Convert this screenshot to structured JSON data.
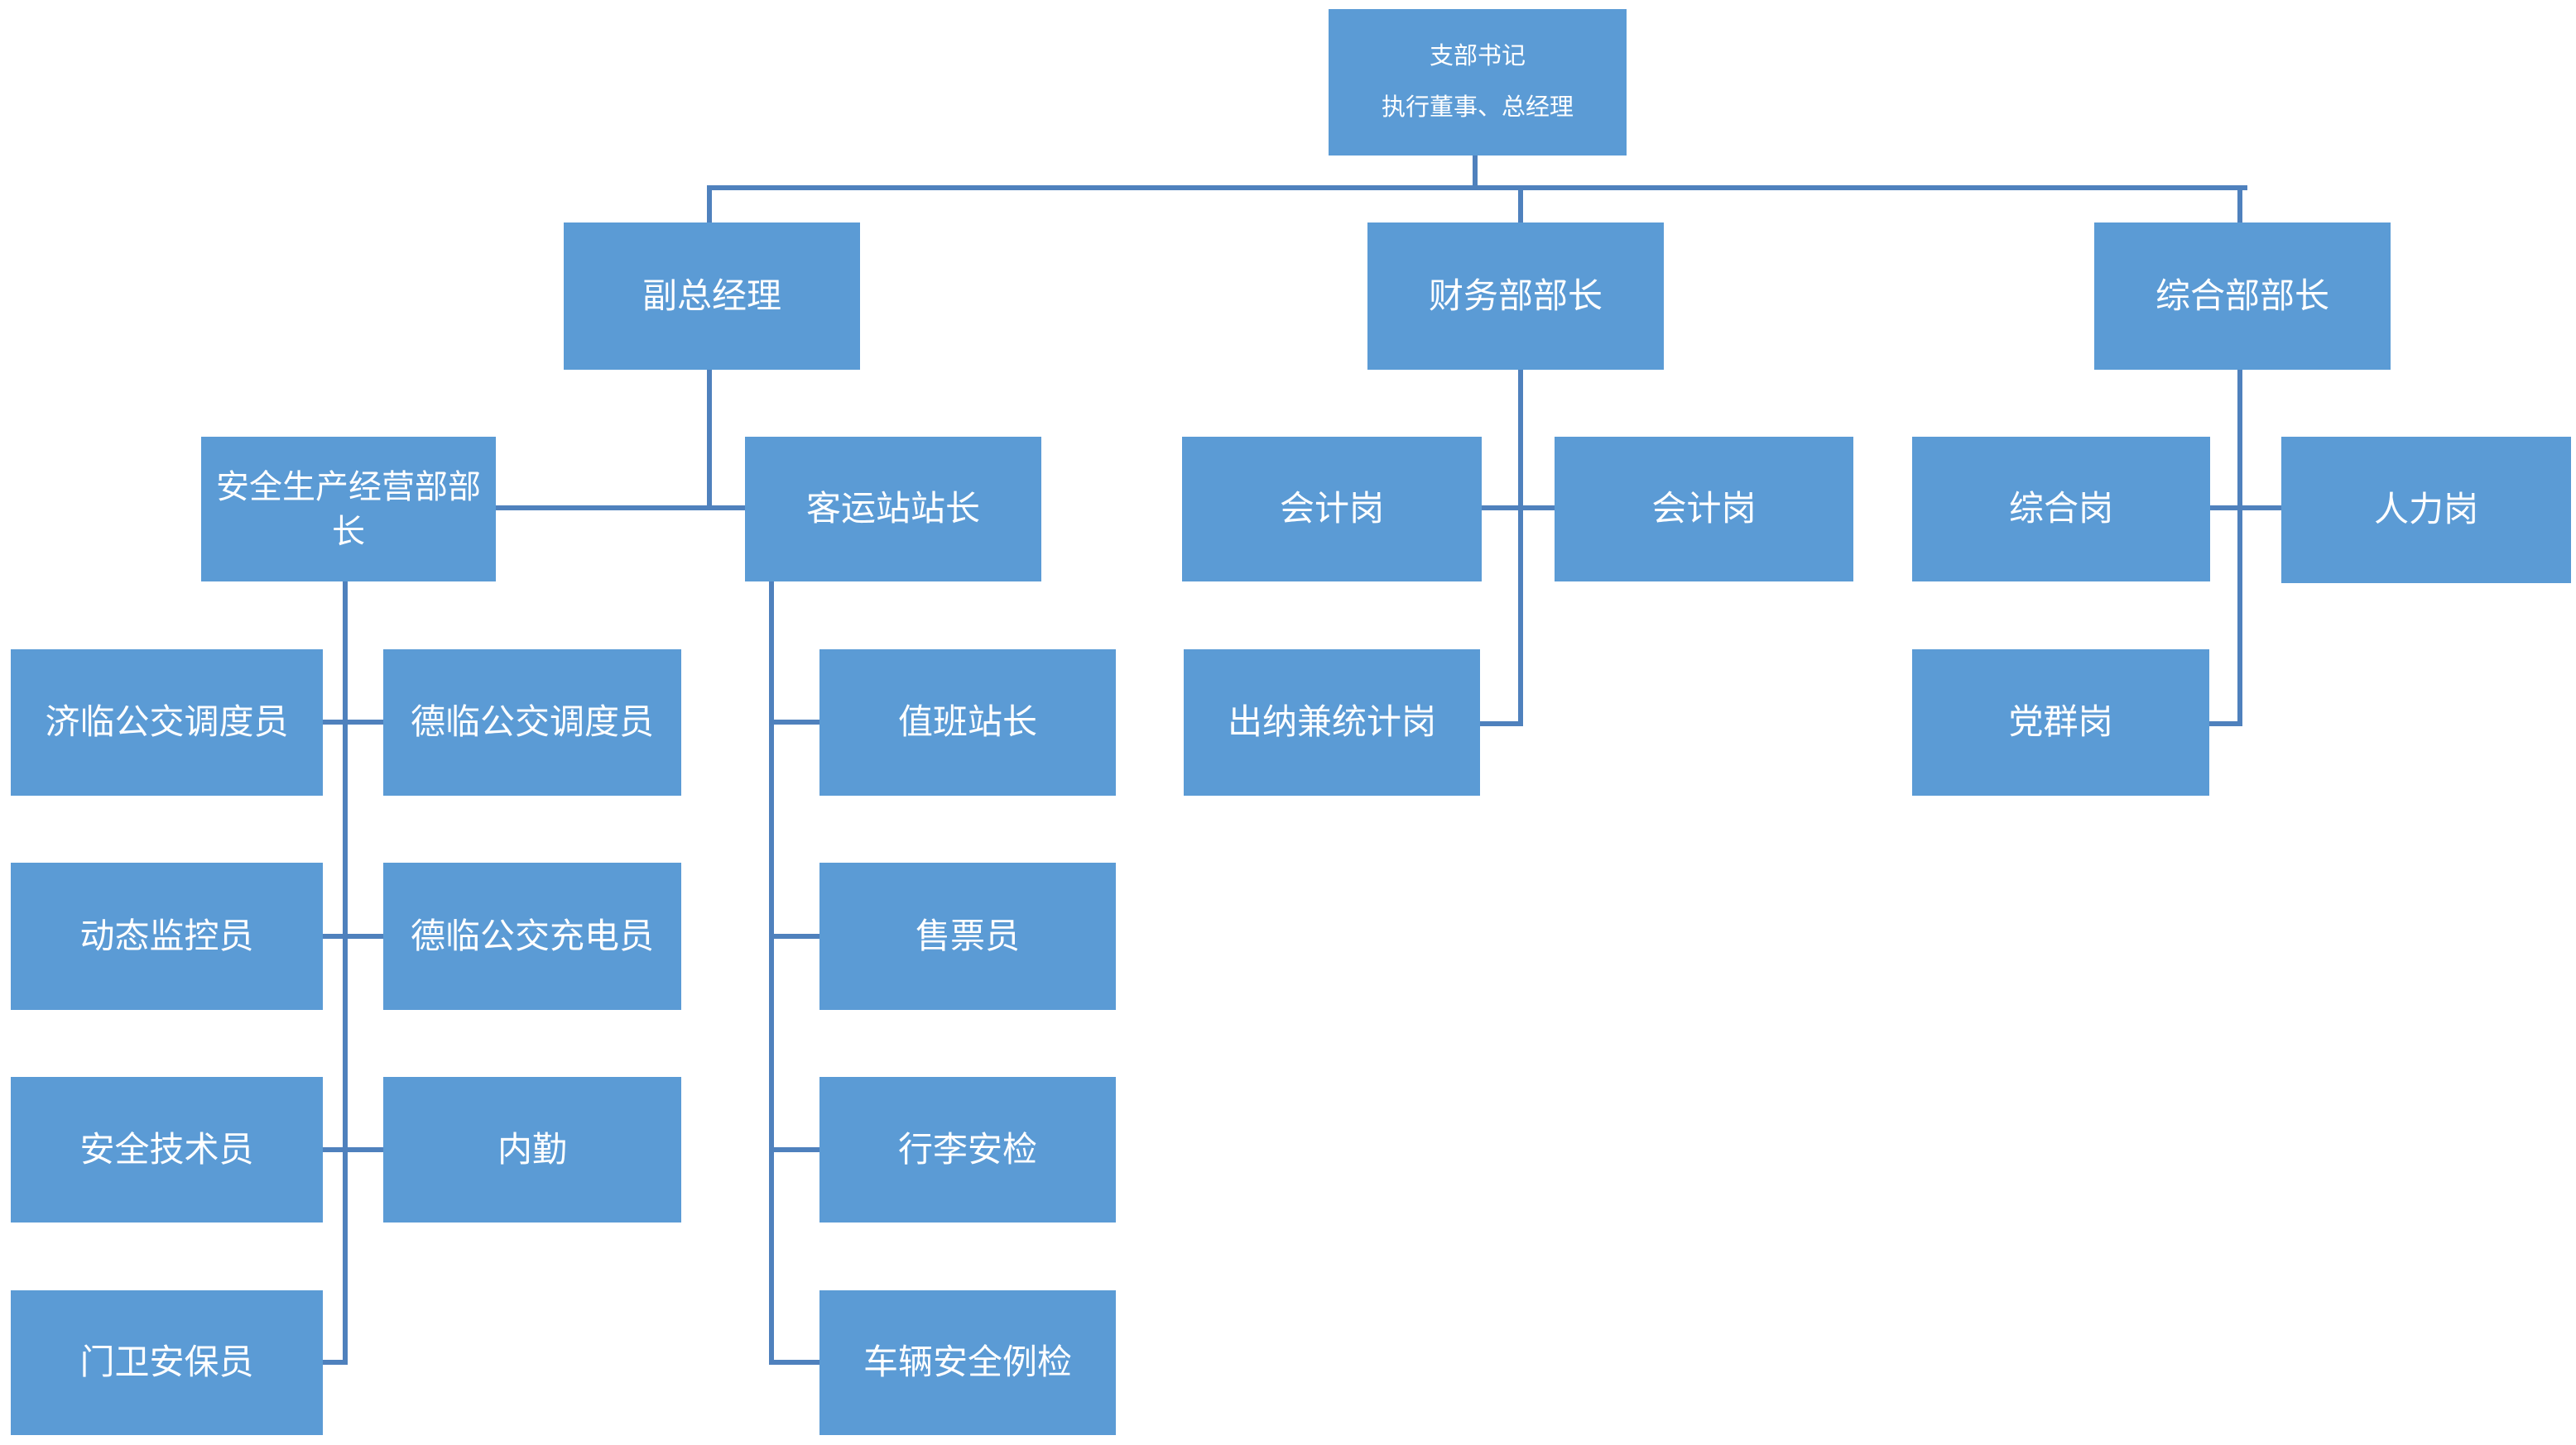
{
  "diagram": {
    "type": "org-chart",
    "background_color": "#FFFFFF",
    "node_fill_color": "#5B9BD5",
    "node_text_color": "#FFFFFF",
    "connector_color": "#4F81BD",
    "root": {
      "label": "支部书记",
      "sublabel": "执行董事、总经理"
    },
    "nodes": [
      {
        "id": "deputy-general-manager",
        "label": "副总经理",
        "reports_to": "支部书记 执行董事、总经理"
      },
      {
        "id": "finance-dept-head",
        "label": "财务部部长",
        "reports_to": "支部书记 执行董事、总经理"
      },
      {
        "id": "general-affairs-dept-head",
        "label": "综合部部长",
        "reports_to": "支部书记 执行董事、总经理"
      },
      {
        "id": "safety-production-operation-head",
        "label": "安全生产经营部部长",
        "reports_to": "副总经理"
      },
      {
        "id": "passenger-station-master",
        "label": "客运站站长",
        "reports_to": "副总经理"
      },
      {
        "id": "accountant-post-1",
        "label": "会计岗",
        "reports_to": "财务部部长"
      },
      {
        "id": "accountant-post-2",
        "label": "会计岗",
        "reports_to": "财务部部长"
      },
      {
        "id": "general-affairs-post",
        "label": "综合岗",
        "reports_to": "综合部部长"
      },
      {
        "id": "human-resources-post",
        "label": "人力岗",
        "reports_to": "综合部部长"
      },
      {
        "id": "jilin-bus-dispatcher",
        "label": "济临公交调度员",
        "reports_to": "安全生产经营部部长"
      },
      {
        "id": "delin-bus-dispatcher",
        "label": "德临公交调度员",
        "reports_to": "安全生产经营部部长"
      },
      {
        "id": "duty-station-master",
        "label": "值班站长",
        "reports_to": "客运站站长"
      },
      {
        "id": "cashier-and-statistics-post",
        "label": "出纳兼统计岗",
        "reports_to": "财务部部长"
      },
      {
        "id": "party-mass-post",
        "label": "党群岗",
        "reports_to": "综合部部长"
      },
      {
        "id": "dynamic-monitoring-officer",
        "label": "动态监控员",
        "reports_to": "安全生产经营部部长"
      },
      {
        "id": "delin-bus-charging-officer",
        "label": "德临公交充电员",
        "reports_to": "安全生产经营部部长"
      },
      {
        "id": "ticket-seller",
        "label": "售票员",
        "reports_to": "客运站站长"
      },
      {
        "id": "safety-technician",
        "label": "安全技术员",
        "reports_to": "安全生产经营部部长"
      },
      {
        "id": "office-clerk",
        "label": "内勤",
        "reports_to": "安全生产经营部部长"
      },
      {
        "id": "luggage-security-check",
        "label": "行李安检",
        "reports_to": "客运站站长"
      },
      {
        "id": "gate-security-guard",
        "label": "门卫安保员",
        "reports_to": "安全生产经营部部长"
      },
      {
        "id": "vehicle-daily-safety-inspection",
        "label": "车辆安全例检",
        "reports_to": "客运站站长"
      }
    ]
  }
}
